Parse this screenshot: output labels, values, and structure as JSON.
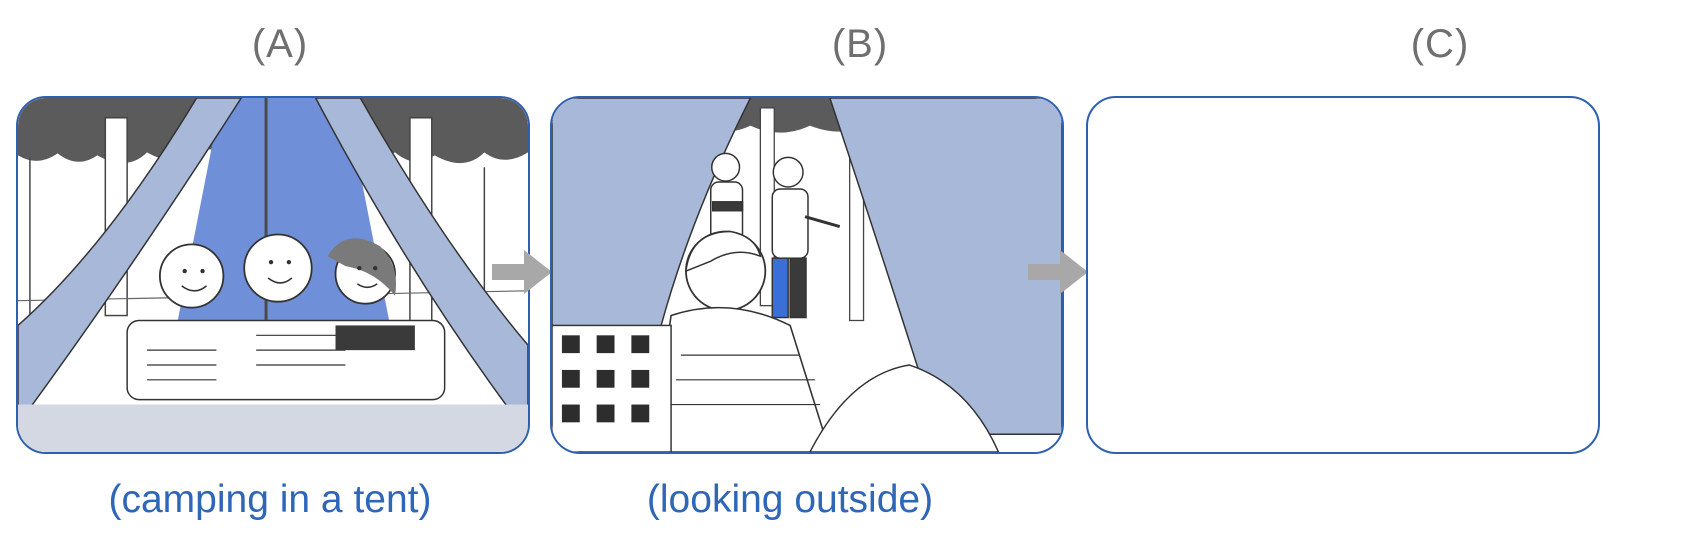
{
  "panels": [
    {
      "label": "(A)",
      "caption": "(camping in a tent)"
    },
    {
      "label": "(B)",
      "caption": "(looking outside)"
    },
    {
      "label": "(C)",
      "caption": ""
    }
  ],
  "colors": {
    "frame_border": "#2f5fb0",
    "caption_text": "#2e66b8",
    "label_text": "#6f6f6f",
    "tent_fabric": "#a8b8d8",
    "tent_interior": "#6f8fd8",
    "arrow": "#a8a8a8"
  }
}
